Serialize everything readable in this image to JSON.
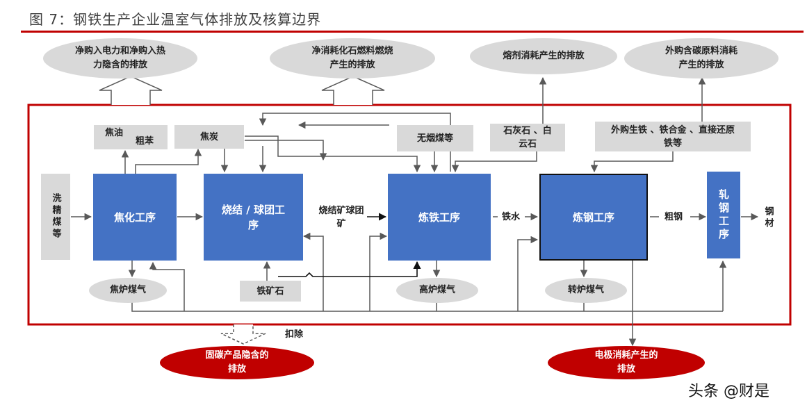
{
  "title": "图 7：钢铁生产企业温室气体排放及核算边界",
  "top_ellipses": {
    "electricity": "净购入电力和净购入热力隐含的排放",
    "fossil": "净消耗化石燃料燃烧产生的排放",
    "flux": "熔剂消耗产生的排放",
    "carbon_material": "外购含碳原料消耗产生的排放"
  },
  "inputs": {
    "coking_products_1": "焦油",
    "coking_products_2": "粗苯",
    "coke": "焦炭",
    "anthracite": "无烟煤等",
    "limestone": "石灰石 、白云石",
    "purchased_iron": "外购生铁 、铁合金 、直接还原铁等",
    "washed_coal": "洗精煤等",
    "iron_ore": "铁矿石"
  },
  "processes": {
    "coking": "焦化工序",
    "sintering": "烧结 / 球团工序",
    "ironmaking": "炼铁工序",
    "steelmaking": "炼钢工序",
    "rolling": "轧钢工序"
  },
  "flows": {
    "sinter": "烧结矿球团矿",
    "hot_metal": "铁水",
    "crude_steel": "粗钢",
    "steel_product": "钢材"
  },
  "gases": {
    "coke_oven_gas": "焦炉煤气",
    "blast_furnace_gas": "高炉煤气",
    "converter_gas": "转炉煤气"
  },
  "deduct_label": "扣除",
  "bottom_ellipses": {
    "carbon_fixed": "固碳产品隐含的排放",
    "electrode": "电极消耗产生的排放"
  },
  "watermark": "头条 @财是",
  "colors": {
    "accent_red": "#c00000",
    "process_blue": "#4472c4",
    "box_gray": "#d9d9d9",
    "line_gray": "#595959"
  }
}
